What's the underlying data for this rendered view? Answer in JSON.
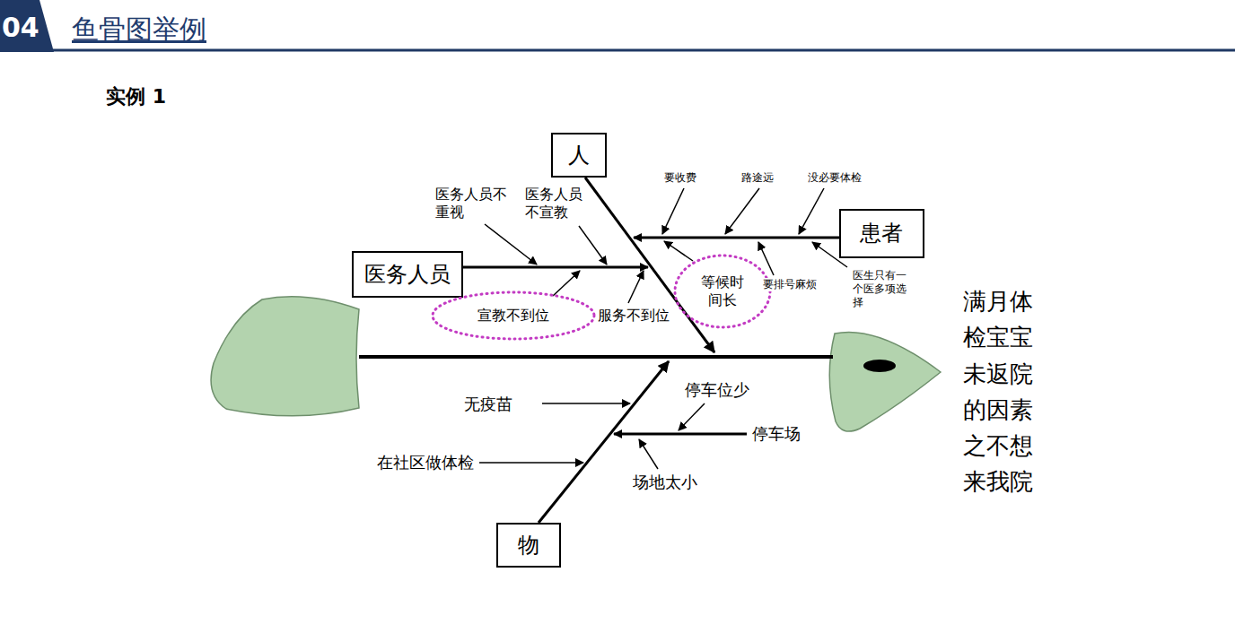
{
  "diagram": {
    "title": "鱼骨图举例",
    "nodes": [
      {
        "text": [
          "人"
        ]
      },
      {
        "text": [
          "医务人员"
        ]
      },
      {
        "text": [
          "宣教不到位"
        ]
      },
      {
        "text": [
          "等候时间长"
        ]
      },
      {
        "text": [
          "患者"
        ]
      },
      {
        "text": [
          "物"
        ]
      }
    ],
    "labels": [
      "04",
      "实例 1",
      "医务人员不重视",
      "医务人员不宣教",
      "服务不到位",
      "要收费",
      "路途远",
      "没必要体检",
      "要排号麻烦",
      "医生只有一个医多项选择",
      "无疫苗",
      "在社区做体检",
      "停车位少",
      "停车场",
      "场地太小",
      "满月体检宝宝未返院的因素之不想来我院"
    ]
  }
}
